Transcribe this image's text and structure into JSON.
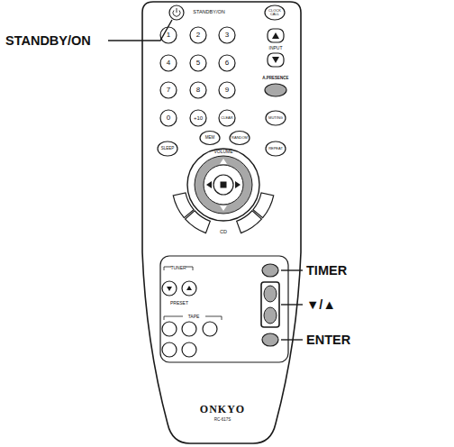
{
  "diagram": {
    "labels": [
      "STANDBY/ON",
      "TIMER",
      "▼/▲",
      "ENTER",
      "STANDBY/ON",
      "CLOCK CALL",
      "1",
      "2",
      "3",
      "INPUT",
      "4",
      "5",
      "6",
      "A.PRESENCE",
      "7",
      "8",
      "9",
      "0",
      "+10",
      "CLEAR",
      "MUTING",
      "MEM",
      "RANDOM",
      "SLEEP",
      "VOLUME",
      "REPEAT",
      "CD",
      "TUNER",
      "PRESET",
      "TAPE",
      "ONKYO",
      "RC-617S"
    ]
  }
}
